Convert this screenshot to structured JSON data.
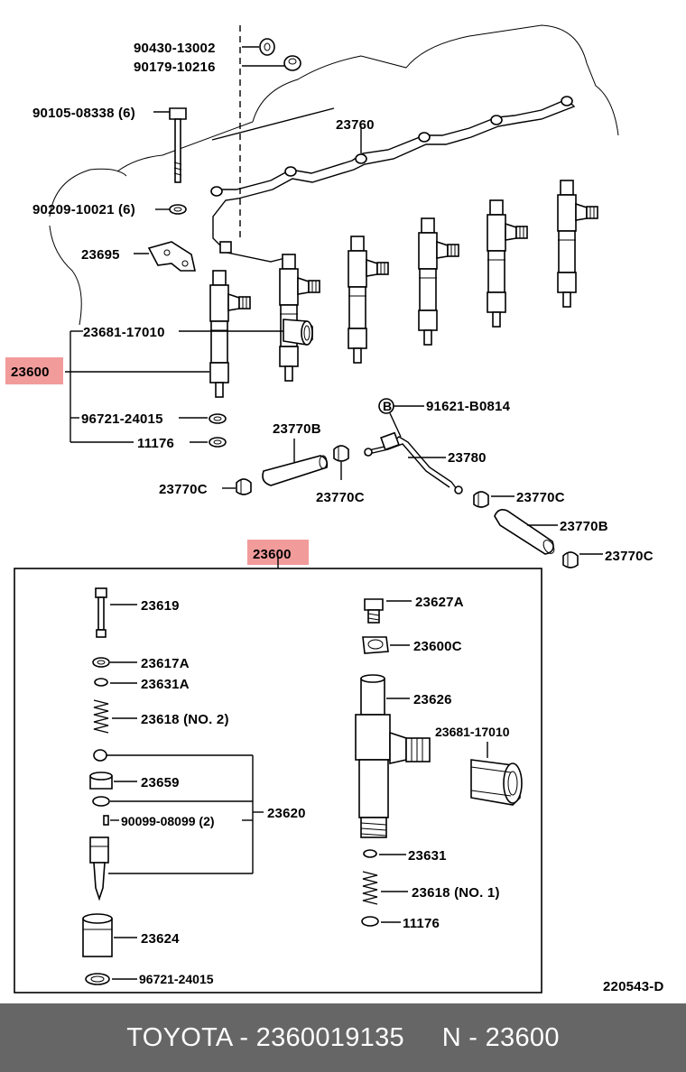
{
  "upper_labels": {
    "p90430": "90430-13002",
    "p90179": "90179-10216",
    "p90105": "90105-08338 (6)",
    "p23760": "23760",
    "p90209": "90209-10021 (6)",
    "p23695": "23695",
    "p23681": "23681-17010",
    "p23600": "23600",
    "p91621": "91621-B0814",
    "p96721": "96721-24015",
    "p11176": "11176",
    "p23770B_a": "23770B",
    "p23780": "23780",
    "p23770C_a": "23770C",
    "p23770C_b": "23770C",
    "p23770C_c": "23770C",
    "p23770B_b": "23770B",
    "p23770C_d": "23770C",
    "b_mark": "B"
  },
  "kit": {
    "title": "23600",
    "labels": {
      "p23619": "23619",
      "p23617A": "23617A",
      "p23631A": "23631A",
      "p23618_2": "23618 (NO. 2)",
      "p23659": "23659",
      "p90099": "90099-08099 (2)",
      "p23620": "23620",
      "p23624": "23624",
      "p96721": "96721-24015",
      "p23627A": "23627A",
      "p23600C": "23600C",
      "p23626": "23626",
      "p23681": "23681-17010",
      "p23631": "23631",
      "p23618_1": "23618 (NO. 1)",
      "p11176": "11176"
    }
  },
  "diagram_code": "220543-D",
  "footer": {
    "text": "TOYOTA - 2360019135     N - 23600"
  },
  "colors": {
    "highlight": "#f29b9b",
    "footer_bg": "#666666",
    "footer_text": "#ffffff"
  }
}
